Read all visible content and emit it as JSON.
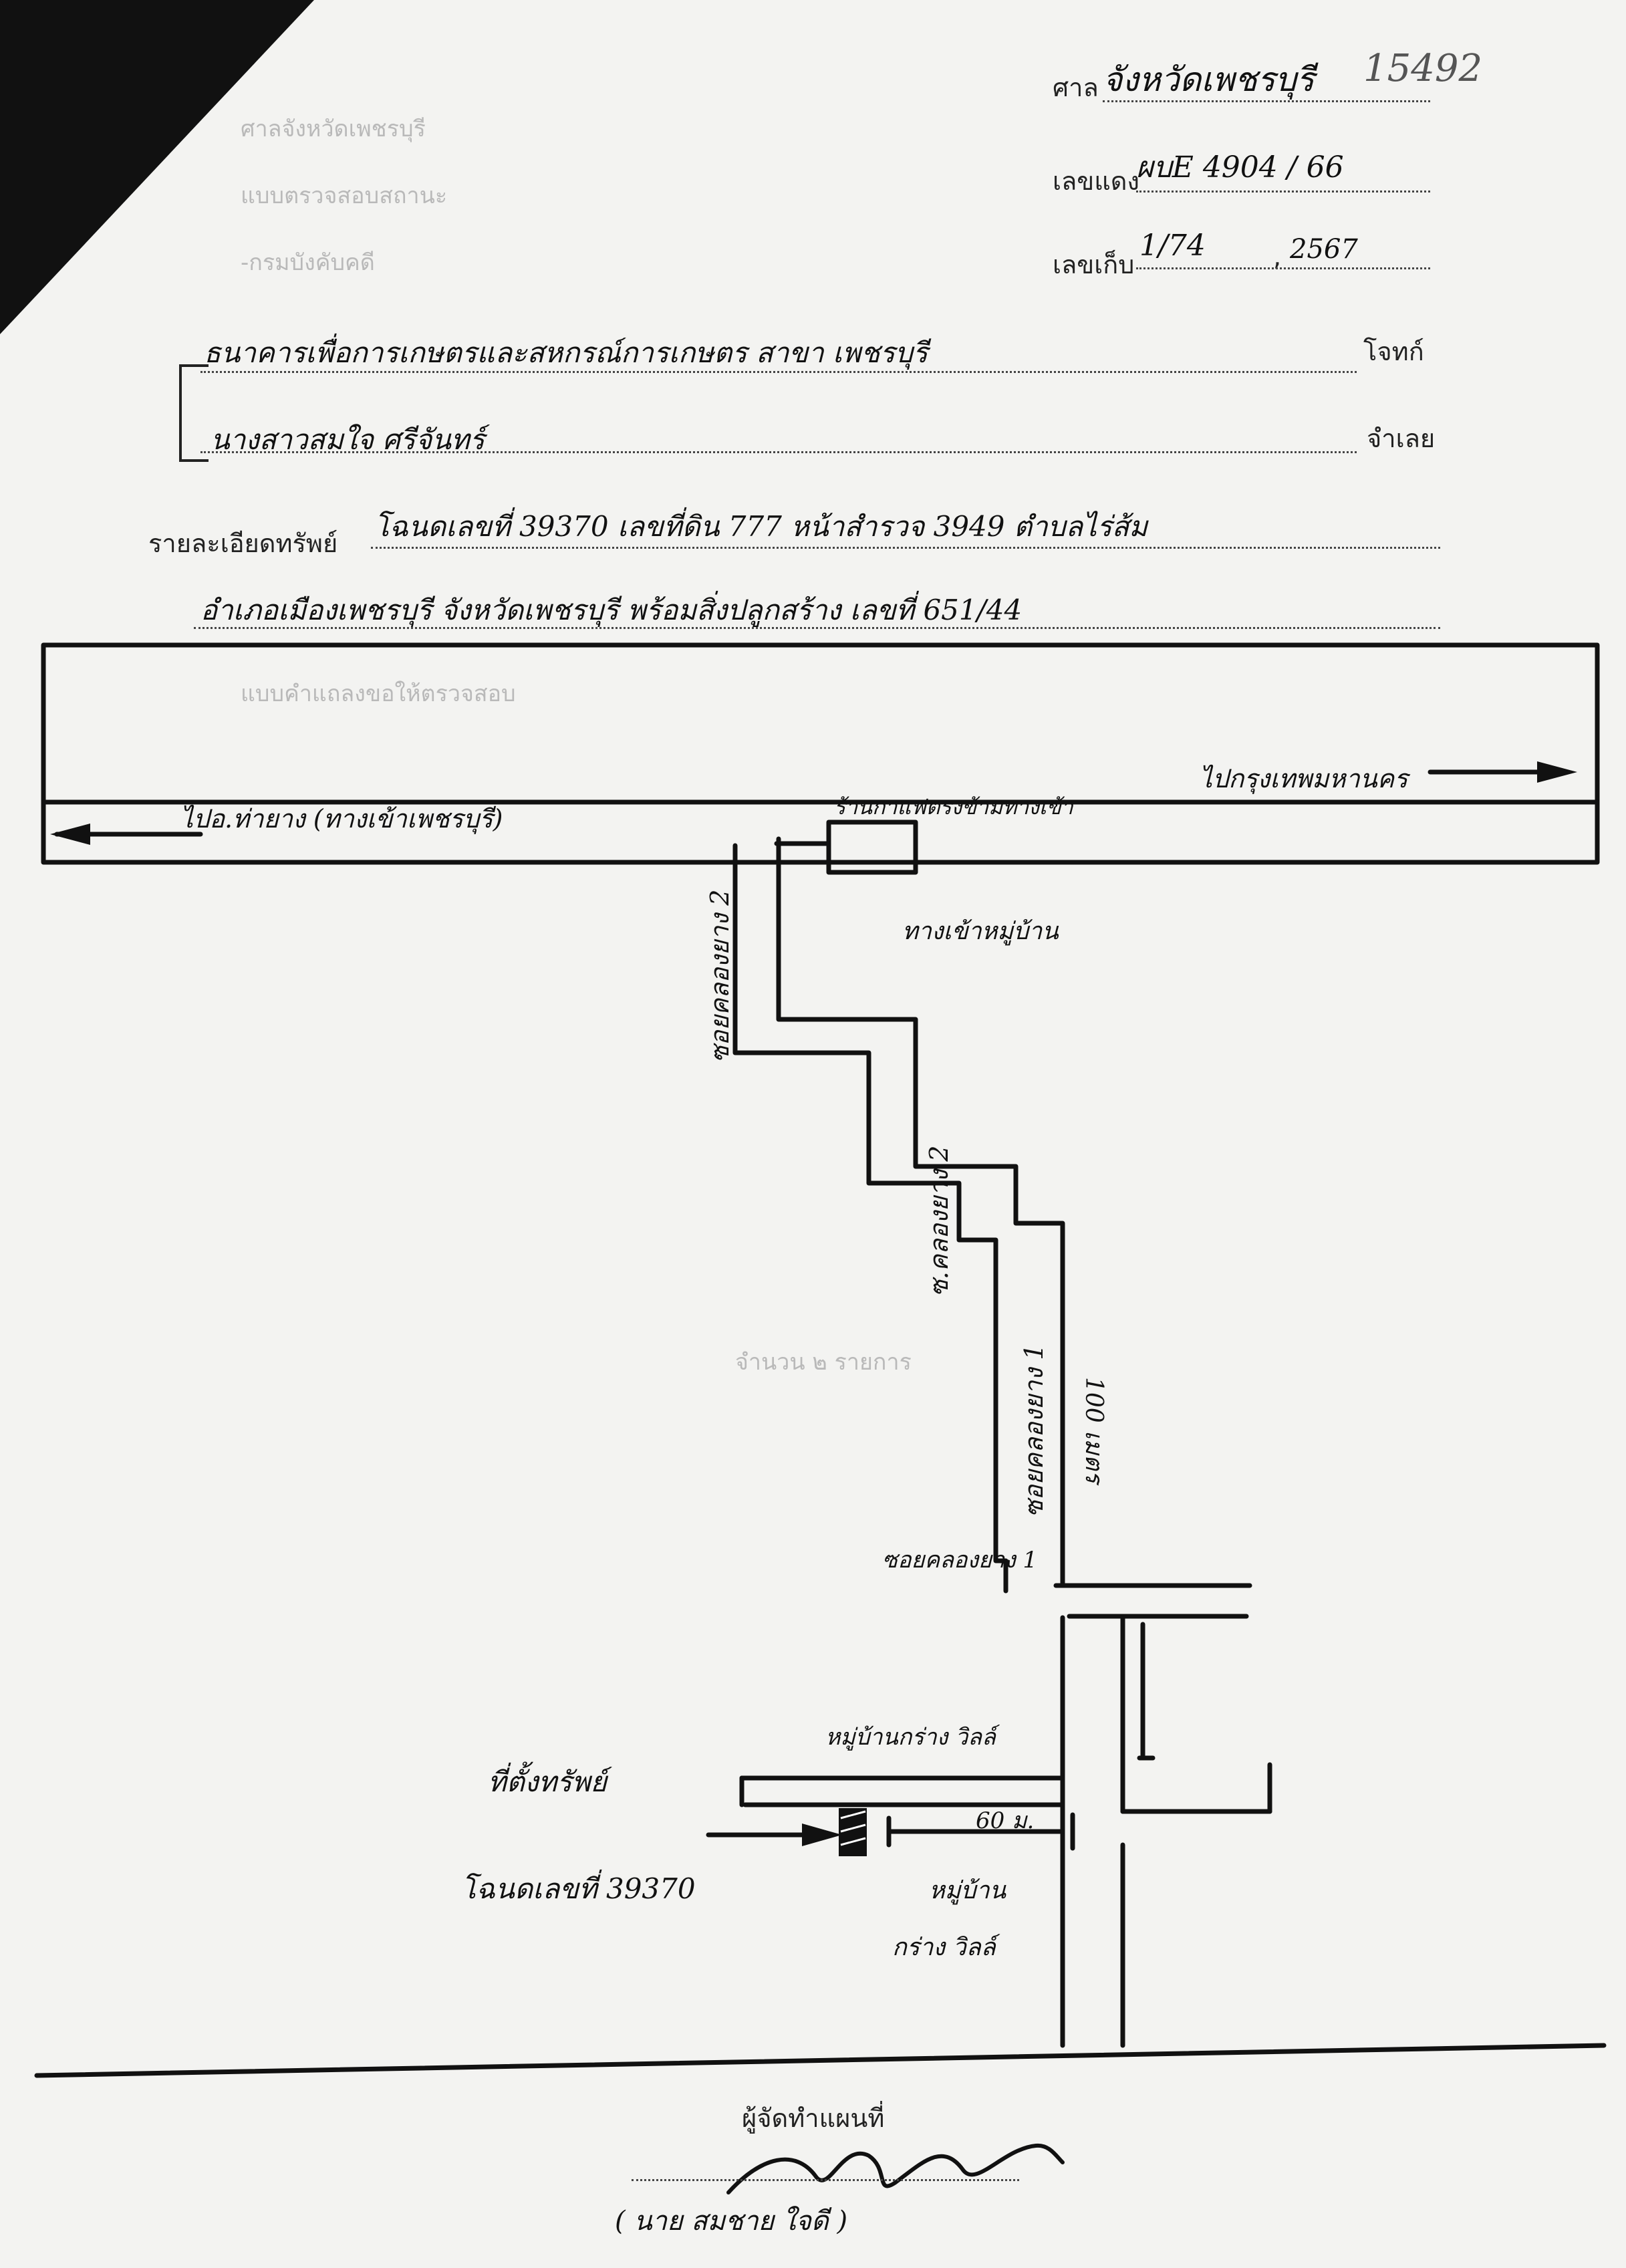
{
  "header": {
    "court_label": "ศาล",
    "court_value": "จังหวัดเพชรบุรี",
    "black_case_label": "เลขแดง",
    "black_case_value": "ผบE 4904 / 66",
    "storage_label": "เลขเก็บ",
    "storage_value": "1/74",
    "storage_year": "2567",
    "corner_number": "15492"
  },
  "parties": {
    "plaintiff_value": "ธนาคารเพื่อการเกษตรและสหกรณ์การเกษตร สาขา เพชรบุรี",
    "plaintiff_label": "โจทก์",
    "defendant_value": "นางสาวสมใจ ศรีจันทร์",
    "defendant_label": "จำเลย"
  },
  "property": {
    "label": "รายละเอียดทรัพย์",
    "line1": "โฉนดเลขที่ 39370 เลขที่ดิน 777 หน้าสำรวจ 3949 ตำบลไร่ส้ม",
    "line2": "อำเภอเมืองเพชรบุรี จังหวัดเพชรบุรี พร้อมสิ่งปลูกสร้าง เลขที่ 651/44"
  },
  "map": {
    "main_road_left": "ไปอ.ท่ายาง (ทางเข้าเพชรบุรี)",
    "main_road_right": "ไปกรุงเทพมหานคร",
    "landmark_top": "ร้านกาแฟตรงข้ามทางเข้า",
    "soi_left": "ซอยคลองยาง 2",
    "soi_middle": "ซ.คลองยาง 2",
    "soi_lower": "ซอยคลองยาง 1",
    "soi_bottom": "ซอยคลองยาง 1",
    "distance_right": "100 เมตร",
    "village_label": "หมู่บ้านกร่าง วิลล์",
    "property_label": "ที่ตั้งทรัพย์",
    "deed_label": "โฉนดเลขที่ 39370",
    "distance_bottom": "60 ม.",
    "village_below": "หมู่บ้าน",
    "village_name": "กร่าง วิลล์",
    "arrow_label": "ทางเข้าหมู่บ้าน"
  },
  "footer": {
    "officer_label": "ผู้จัดทำแผนที่",
    "officer_name": "( นาย สมชาย ใจดี )"
  },
  "background_form": [
    "ศาลจังหวัดเพชรบุรี",
    "แบบตรวจสอบสถานะ",
    "-กรมบังคับคดี",
    "แบบคำแถลงขอให้ตรวจสอบ",
    "จำนวน ๒ รายการ"
  ]
}
